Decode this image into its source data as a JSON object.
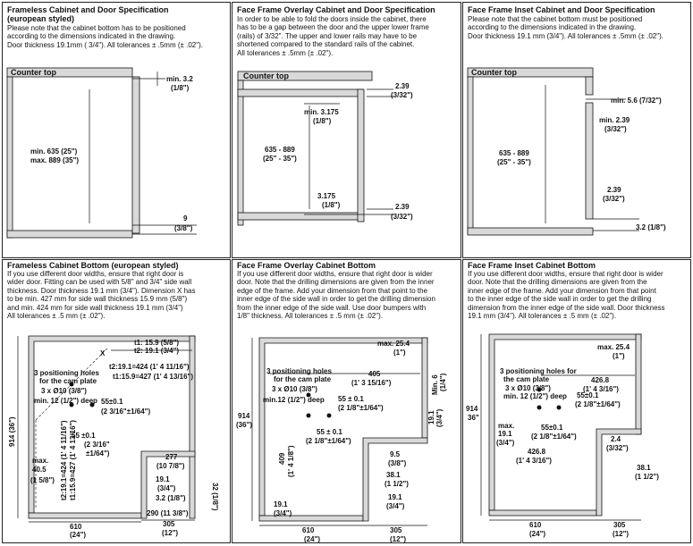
{
  "panels": [
    {
      "title_lines": [
        "Frameless Cabinet and Door Specification",
        "(european styled)"
      ],
      "desc": [
        "Please note that the cabinet bottom has to be positioned",
        "according to the dimensions indicated in the drawing.",
        "Door thickness 19.1mm ( 3/4\"). All tolerances ± .5mm (± .02\")."
      ],
      "counter_label": "Counter top",
      "dims": [
        "min. 3.2",
        "(1/8\")",
        "min. 635 (25\")",
        "max. 889 (35\")",
        "9",
        "(3/8\")"
      ]
    },
    {
      "title_lines": [
        "Face Frame Overlay Cabinet and Door Specification"
      ],
      "desc": [
        "In order to be able to fold the doors inside the cabinet, there",
        "has to be a gap between the door and the upper lower frame",
        "(rails) of 3/32\". The upper and lower rails may have to be",
        "shortened compared to the standard rails of the cabinet.",
        "All tolerances ± .5mm (± .02\")."
      ],
      "counter_label": "Counter top",
      "dims": [
        "2.39",
        "(3/32\")",
        "min. 3.175",
        "(1/8\")",
        "635 - 889",
        "(25\" - 35\")",
        "3.175",
        "(1/8\")",
        "2.39",
        "(3/32\")"
      ]
    },
    {
      "title_lines": [
        "Face Frame Inset Cabinet and Door Specification"
      ],
      "desc": [
        "Please note that the cabinet bottom must be positioned",
        "according to the dimensions indicated in the drawing.",
        "Door thickness 19.1 mm (3/4\"). All tolerances ± .5mm (± .02\")."
      ],
      "counter_label": "Counter top",
      "dims": [
        "min. 5.6 (7/32\")",
        "min. 2.39",
        "(3/32\")",
        "635 - 889",
        "(25\" - 35\")",
        "2.39",
        "(3/32\")",
        "3.2 (1/8\")"
      ]
    },
    {
      "title_lines": [
        "Frameless Cabinet Bottom (european styled)"
      ],
      "desc": [
        "If you use different door widths, ensure that right door is",
        "wider door. Fitting can be used with 5/8\" and 3/4\" side wall",
        "thickness. Door thickness 19.1 mm (3/4\"). Dimension X has",
        "to be min. 427 mm for side wall thickness 15.9 mm (5/8\")",
        "and min. 424 mm for side wall thickness 19.1 mm (3/4\")",
        "All tolerances ± .5 mm (± .02\")."
      ],
      "dims": [
        "X",
        "t1: 15.9 (5/8\")",
        "t2: 19.1 (3/4\")",
        "t2:19.1=424 (1' 4 11/16\")",
        "t1:15.9=427 (1' 4 13/16\")",
        "3 positioning holes",
        "for the cam plate",
        "3 x Ø10 (3/8\")",
        "min. 12 (1/2\") deep",
        "55±0.1",
        "(2 3/16\"±1/64\")",
        "55 ±0.1",
        "(2 3/16\"",
        "±1/64\")",
        "t2:19.1=424 (1' 4 11/16\")",
        "t1:15.9=427 (1' 4 13/16\")",
        "max.",
        "40.5",
        "(1 5/8\")",
        "277",
        "(10 7/8\")",
        "19.1",
        "(3/4\")",
        "3.2 (1/8\")",
        "32 (1/8\")",
        "290 (11 3/8\")",
        "305",
        "(12\")",
        "610",
        "(24\")",
        "914 (36\")"
      ]
    },
    {
      "title_lines": [
        "Face Frame Overlay Cabinet Bottom"
      ],
      "desc": [
        "If you use different door widths, ensure that right door is wider",
        "door. Note that the drilling dimensions are given from the inner",
        "edge of the frame. Add your dimension from that point to the",
        "inner edge of the side wall in order to get the drilling dimension",
        "from the inner edge of the side wall. Use door bumpers with",
        "1/8\" thickness. All tolerances ± .5 mm (± .02\")."
      ],
      "dims": [
        "max. 25.4",
        "(1\")",
        "405",
        "(1' 3 15/16\")",
        "Min. 6",
        "(1/4\")",
        "3 positioning holes",
        "for the cam plate",
        "3 x Ø10 (3/8\")",
        "min.12 (1/2\") deep",
        "55 ± 0.1",
        "(2 1/8\"±1/64\")",
        "914",
        "(36\")",
        "409",
        "(1' 4 1/8\")",
        "55 ± 0.1",
        "(2 1/8\"±1/64\")",
        "19.1",
        "(3/4\")",
        "9.5",
        "(3/8\")",
        "38.1",
        "(1 1/2\")",
        "19.1",
        "(3/4\")",
        "19.1",
        "(3/4\")",
        "610",
        "(24\")",
        "305",
        "(12\")"
      ]
    },
    {
      "title_lines": [
        "Face Frame Inset Cabinet Bottom"
      ],
      "desc": [
        "If you use different door widths, ensure that right door is wider",
        "door. Note that the drilling dimensions are given from the",
        "inner edge of the frame. Add your dimension from that point",
        "to the inner edge of the side wall in order to get the drilling",
        "dimension from the inner edge of the side wall. Door thickness",
        "19.1 mm (3/4\"). All tolerances ± .5 mm (± .02\")."
      ],
      "dims": [
        "max. 25.4",
        "(1\")",
        "3 positioning holes for",
        "the cam plate",
        "3 x Ø10 (3/8\")",
        "min. 12 (1/2\") deep",
        "426.8",
        "(1' 4 3/16\")",
        "55±0.1",
        "(2 1/8\"±1/64\")",
        "914",
        "36\"",
        "max.",
        "19.1",
        "(3/4\")",
        "55±0.1",
        "(2 1/8\"±1/64\")",
        "426.8",
        "(1' 4 3/16\")",
        "2.4",
        "(3/32\")",
        "38.1",
        "(1 1/2\")",
        "610",
        "(24\")",
        "305",
        "(12\")"
      ]
    }
  ]
}
